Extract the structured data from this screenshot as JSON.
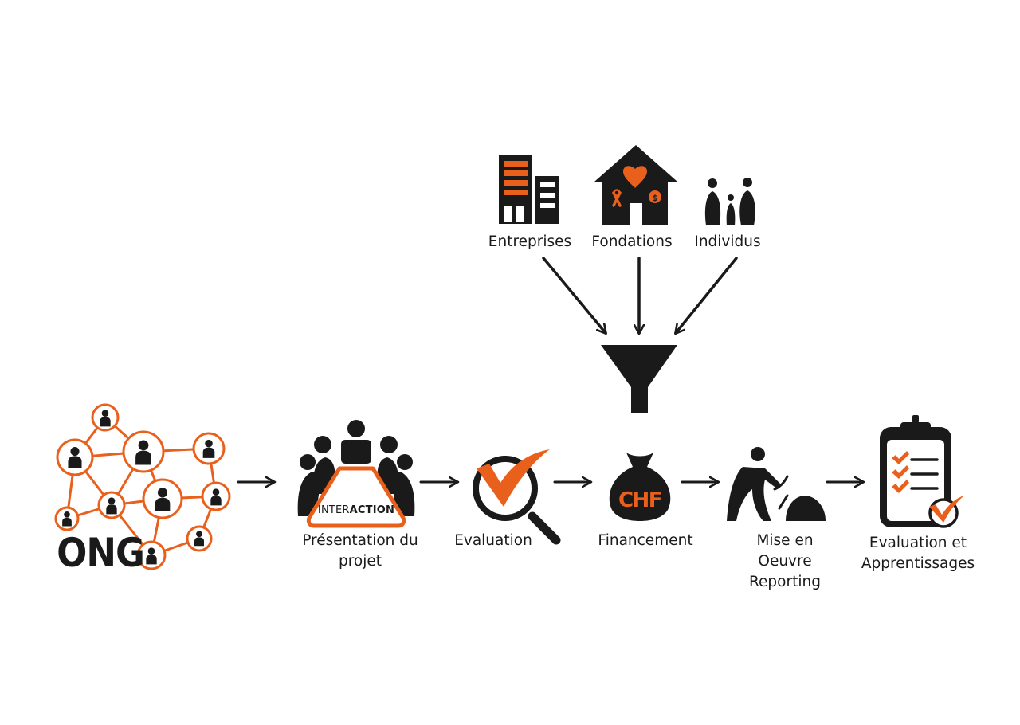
{
  "colors": {
    "accent": "#e8601c",
    "ink": "#1a1a1a",
    "background": "#ffffff"
  },
  "sources": {
    "entreprises": "Entreprises",
    "fondations": "Fondations",
    "individus": "Individus"
  },
  "steps": {
    "ong": "ONG",
    "presentation": "Présentation du projet",
    "evaluation": "Evaluation",
    "financement": "Financement",
    "mise_en_oeuvre": "Mise en Oeuvre Reporting",
    "evaluation_apprentissages": "Evaluation et Apprentissages"
  },
  "badges": {
    "inter_regular": "INTER",
    "inter_bold": "ACTION",
    "currency": "CHF"
  },
  "icons": {
    "source_1": "building-icon",
    "source_2": "heart-house-icon",
    "source_3": "family-icon",
    "collector": "funnel-icon",
    "step_1": "network-icon",
    "step_2": "meeting-icon",
    "step_3": "magnifier-check-icon",
    "step_4": "money-bag-icon",
    "step_5": "worker-icon",
    "step_6": "clipboard-check-icon"
  }
}
